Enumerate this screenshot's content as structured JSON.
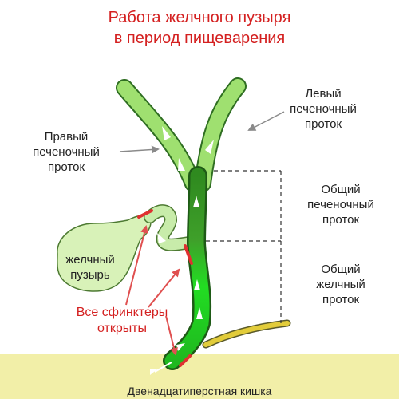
{
  "title": {
    "line1": "Работа желчного пузыря",
    "line2": "в период пищеварения"
  },
  "labels": {
    "left_hepatic_1": "Левый",
    "left_hepatic_2": "печеночный",
    "left_hepatic_3": "проток",
    "right_hepatic_1": "Правый",
    "right_hepatic_2": "печеночный",
    "right_hepatic_3": "проток",
    "common_hepatic_1": "Общий",
    "common_hepatic_2": "печеночный",
    "common_hepatic_3": "проток",
    "common_bile_1": "Общий",
    "common_bile_2": "желчный",
    "common_bile_3": "проток",
    "gallbladder_1": "желчный",
    "gallbladder_2": "пузырь",
    "sphincters_1": "Все сфинктеры",
    "sphincters_2": "открыты",
    "duodenum": "Двенадцатиперстная кишка"
  },
  "colors": {
    "title": "#d42020",
    "duct_light": "#9fe070",
    "duct_dark": "#2f8a1f",
    "duct_bright": "#22dd22",
    "gallbladder": "#d8f2b8",
    "duodenum": "#f2efa8",
    "pancreatic_duct": "#e2cc3a",
    "sphincter": "#e03030"
  }
}
